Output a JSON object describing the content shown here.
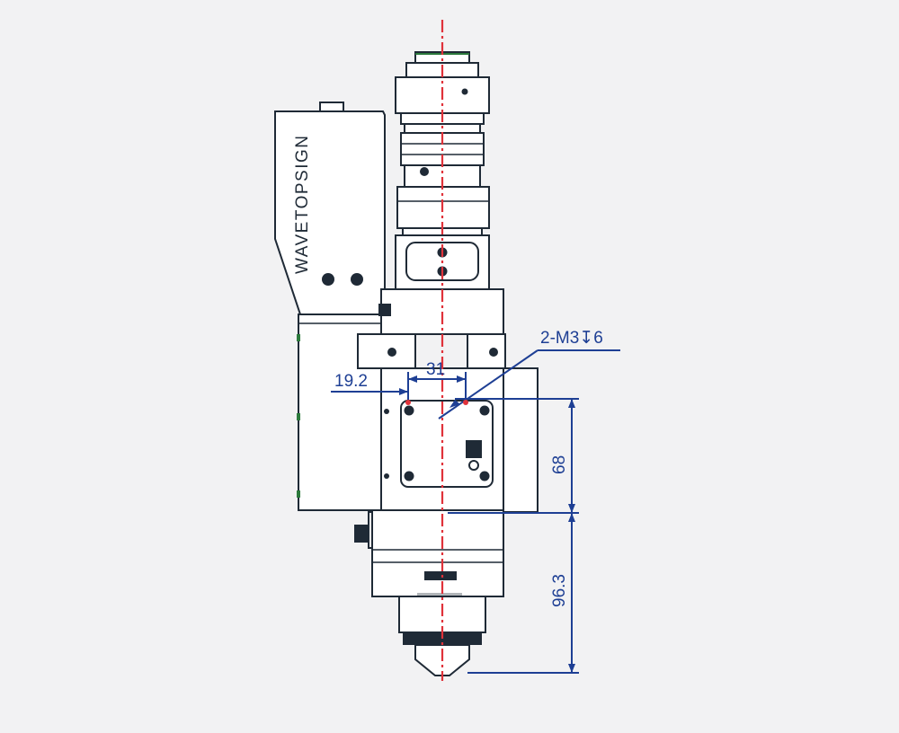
{
  "brand": "WAVETOPSIGN",
  "dimensions": {
    "hole_callout": "2-M3↧6",
    "offset": "19.2",
    "hole_spacing": "31",
    "height_plate": "68",
    "height_lower": "96.3"
  },
  "colors": {
    "line": "#1f2a36",
    "dimension": "#1e3f94",
    "centerline": "#e0323a",
    "background": "#f2f2f3"
  }
}
